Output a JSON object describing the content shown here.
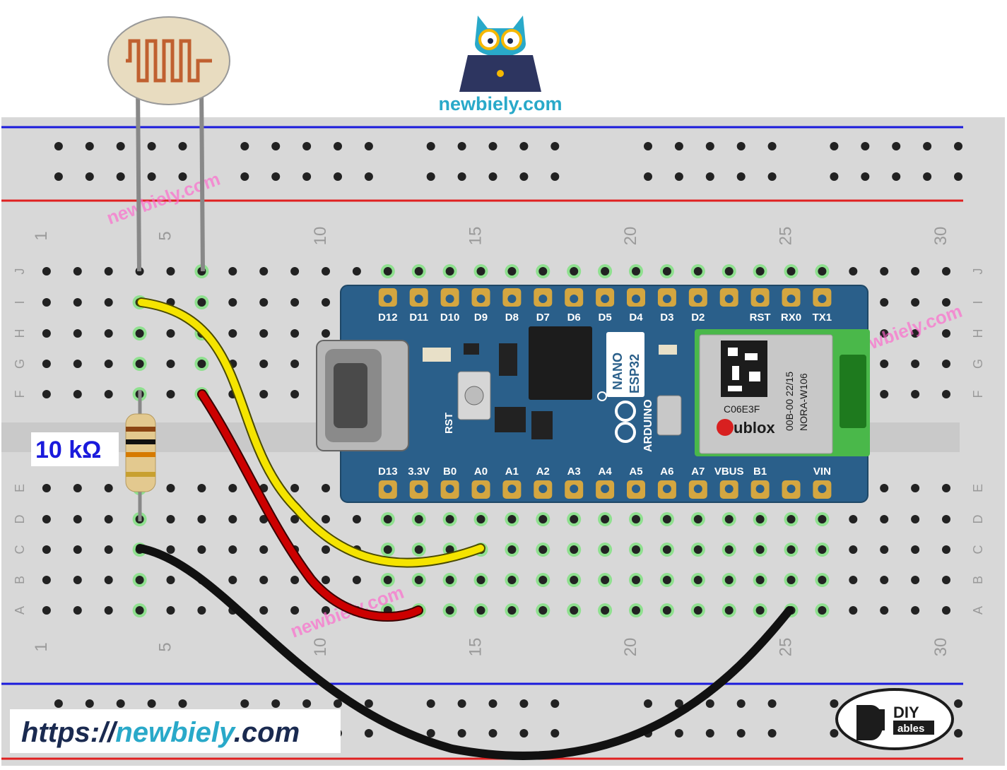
{
  "brand": {
    "logo_text": "newbiely.com",
    "watermark": "newbiely.com",
    "website_prefix": "https://",
    "website_name": "newbiely",
    "website_suffix": ".com",
    "diy_logo_text": "DIY",
    "diy_logo_sub": "ables"
  },
  "breadboard": {
    "row_letters": [
      "J",
      "I",
      "H",
      "G",
      "F",
      "E",
      "D",
      "C",
      "B",
      "A"
    ],
    "column_numbers": [
      "1",
      "5",
      "10",
      "15",
      "20",
      "25",
      "30"
    ]
  },
  "components": {
    "resistor_label": "10 kΩ",
    "module_text_1": "C06E3F",
    "module_text_2": "00B-00 22/15",
    "module_text_3": "NORA-W106",
    "module_brand": "ublox",
    "board_name_1": "NANO",
    "board_name_2": "ESP32",
    "board_vendor": "ARDUINO",
    "reset_label": "RST",
    "top_pins": [
      "D12",
      "D11",
      "D10",
      "D9",
      "D8",
      "D7",
      "D6",
      "D5",
      "D4",
      "D3",
      "D2",
      "RST",
      "RX0",
      "TX1"
    ],
    "bottom_pins": [
      "D13",
      "3.3V",
      "B0",
      "A0",
      "A1",
      "A2",
      "A3",
      "A4",
      "A5",
      "A6",
      "A7",
      "VBUS",
      "B1",
      "VIN"
    ]
  },
  "colors": {
    "breadboard": "#d8d8d8",
    "rail_red": "#e02020",
    "rail_blue": "#1a1adc",
    "board_blue": "#2a5f8a",
    "wire_yellow": "#f5e400",
    "wire_red": "#cc0000",
    "wire_black": "#111111",
    "watermark_pink": "#ff66cc",
    "logo_teal": "#29a9c9",
    "url_navy": "#1a2a50"
  }
}
